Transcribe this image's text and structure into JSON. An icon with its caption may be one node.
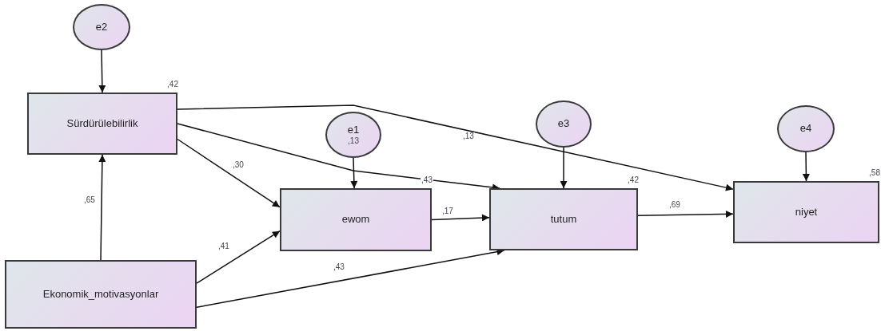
{
  "diagram": {
    "nodes": [
      {
        "text": [
          "e2"
        ]
      },
      {
        "text": [
          "Sürdürülebilirlik"
        ],
        "beside": [
          ",42"
        ]
      },
      {
        "text": [
          "e1",
          ",13"
        ]
      },
      {
        "text": [
          "e3"
        ]
      },
      {
        "text": [
          "e4"
        ]
      },
      {
        "text": [
          "ewom"
        ],
        "beside": [
          ",43"
        ]
      },
      {
        "text": [
          "tutum"
        ],
        "beside": [
          ",42"
        ]
      },
      {
        "text": [
          "niyet"
        ],
        "beside": [
          ",58"
        ]
      },
      {
        "text": [
          "Ekonomik_motivasyonlar"
        ]
      }
    ],
    "edges": [
      {
        "from": 0,
        "to": 1,
        "arrow": "to"
      },
      {
        "from": 2,
        "to": 5,
        "arrow": "to"
      },
      {
        "from": 3,
        "to": 6,
        "arrow": "to"
      },
      {
        "from": 4,
        "to": 7,
        "arrow": "to"
      },
      {
        "from": 1,
        "to": 7,
        "arrow": "to",
        "label": ",13"
      },
      {
        "from": 1,
        "to": 6,
        "arrow": "to"
      },
      {
        "from": 1,
        "to": 5,
        "arrow": "to",
        "label": ",30"
      },
      {
        "from": 8,
        "to": 1,
        "arrow": "to",
        "label": ",65"
      },
      {
        "from": 8,
        "to": 5,
        "arrow": "to",
        "label": ",41"
      },
      {
        "from": 8,
        "to": 6,
        "arrow": "to",
        "label": ",43"
      },
      {
        "from": 5,
        "to": 6,
        "arrow": "to",
        "label": ",17"
      },
      {
        "from": 6,
        "to": 7,
        "arrow": "to",
        "label": ",69"
      }
    ]
  }
}
